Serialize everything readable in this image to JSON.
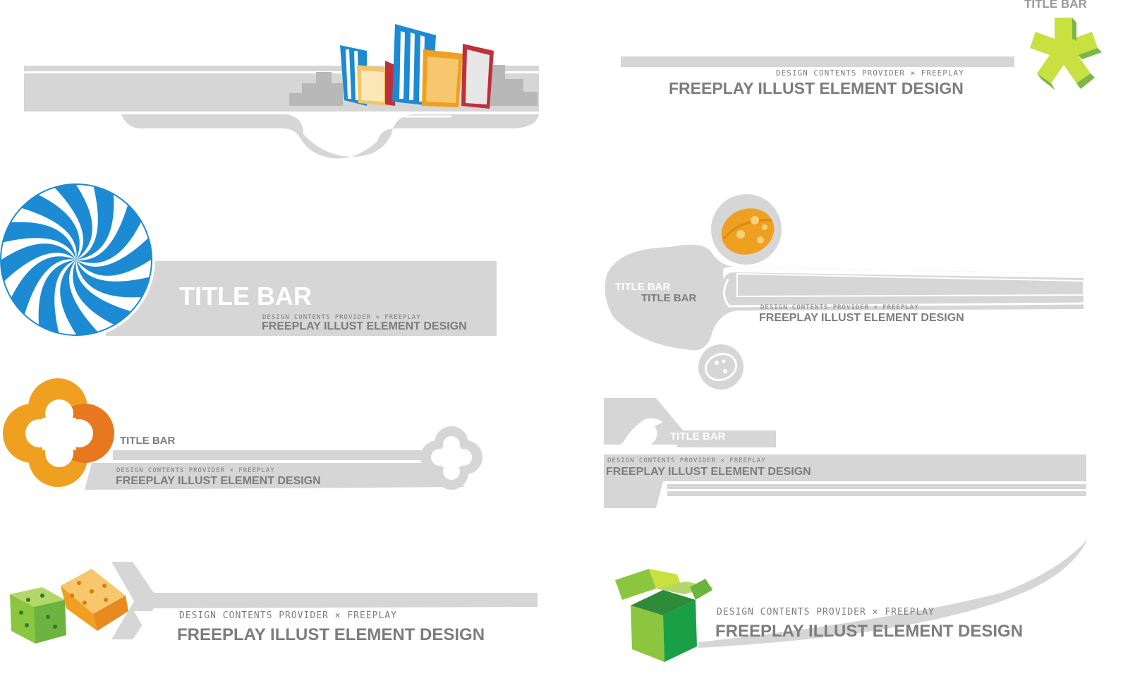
{
  "colors": {
    "bar_gray": "#d6d6d6",
    "text_gray": "#7d7d7d",
    "blue": "#1d8ad4",
    "orange": "#f0a020",
    "green": "#8cc63f",
    "lime": "#c8e040",
    "red": "#c0303a"
  },
  "banners": [
    {
      "id": "city",
      "icon": "city-buildings-icon"
    },
    {
      "id": "asterisk",
      "icon": "green-asterisk-icon",
      "title": "TITLE BAR",
      "subtitle": "DESIGN CONTENTS PROVIDER × FREEPLAY",
      "main": "FREEPLAY ILLUST ELEMENT DESIGN"
    },
    {
      "id": "swirl",
      "icon": "blue-swirl-icon",
      "title": "TITLE BAR",
      "subtitle": "DESIGN CONTENTS PROVIDER × FREEPLAY",
      "main": "FREEPLAY ILLUST ELEMENT DESIGN"
    },
    {
      "id": "ladybug",
      "icon": "ladybug-icon",
      "title": "TITLE BAR",
      "title2": "TITLE BAR",
      "subtitle": "DESIGN CONTENTS PROVIDER × FREEPLAY",
      "main": "FREEPLAY ILLUST ELEMENT DESIGN"
    },
    {
      "id": "clover",
      "icon": "orange-clover-icon",
      "title": "TITLE BAR",
      "subtitle": "DESIGN CONTENTS PROVIDER × FREEPLAY",
      "main": "FREEPLAY ILLUST ELEMENT DESIGN"
    },
    {
      "id": "eagle",
      "icon": "eagle-icon",
      "title": "TITLE BAR",
      "subtitle": "DESIGN CONTENTS PROVIDER × FREEPLAY",
      "main": "FREEPLAY ILLUST ELEMENT DESIGN"
    },
    {
      "id": "dice",
      "icon": "dice-icon",
      "subtitle": "DESIGN CONTENTS PROVIDER × FREEPLAY",
      "main": "FREEPLAY ILLUST ELEMENT DESIGN"
    },
    {
      "id": "box",
      "icon": "open-box-icon",
      "subtitle": "DESIGN CONTENTS PROVIDER × FREEPLAY",
      "main": "FREEPLAY ILLUST ELEMENT DESIGN"
    }
  ]
}
